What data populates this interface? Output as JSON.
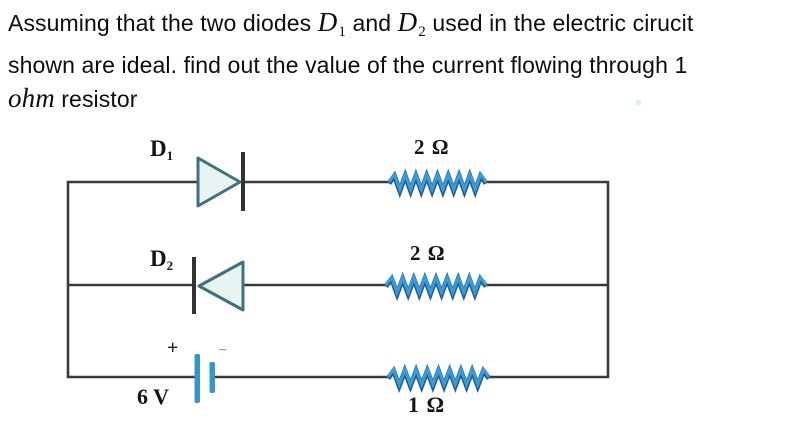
{
  "question": {
    "line1_pre": "Assuming that the two diodes ",
    "d1_base": "D",
    "d1_sub": "1",
    "line1_and": " and ",
    "d2_base": "D",
    "d2_sub": "2",
    "line1_post": " used in the electric cirucit",
    "line2": "shown are ideal. find out the value of the current flowing through 1",
    "line3_math": "ohm",
    "line3_post": " resistor"
  },
  "circuit": {
    "diode1": {
      "base": "D",
      "sub": "1"
    },
    "diode2": {
      "base": "D",
      "sub": "2"
    },
    "resistor_top": "2 Ω",
    "resistor_middle": "2 Ω",
    "resistor_bottom": "1 Ω",
    "battery": "6 V",
    "plus": "+",
    "minus": "−",
    "colors": {
      "wire": "#3a3a3a",
      "resistor_main": "#3e9bcf",
      "resistor_shadow": "#1b5c9e",
      "diode_fill": "#e8f4f2",
      "diode_stroke": "#41707e",
      "battery_plate": "#3796c8"
    }
  }
}
